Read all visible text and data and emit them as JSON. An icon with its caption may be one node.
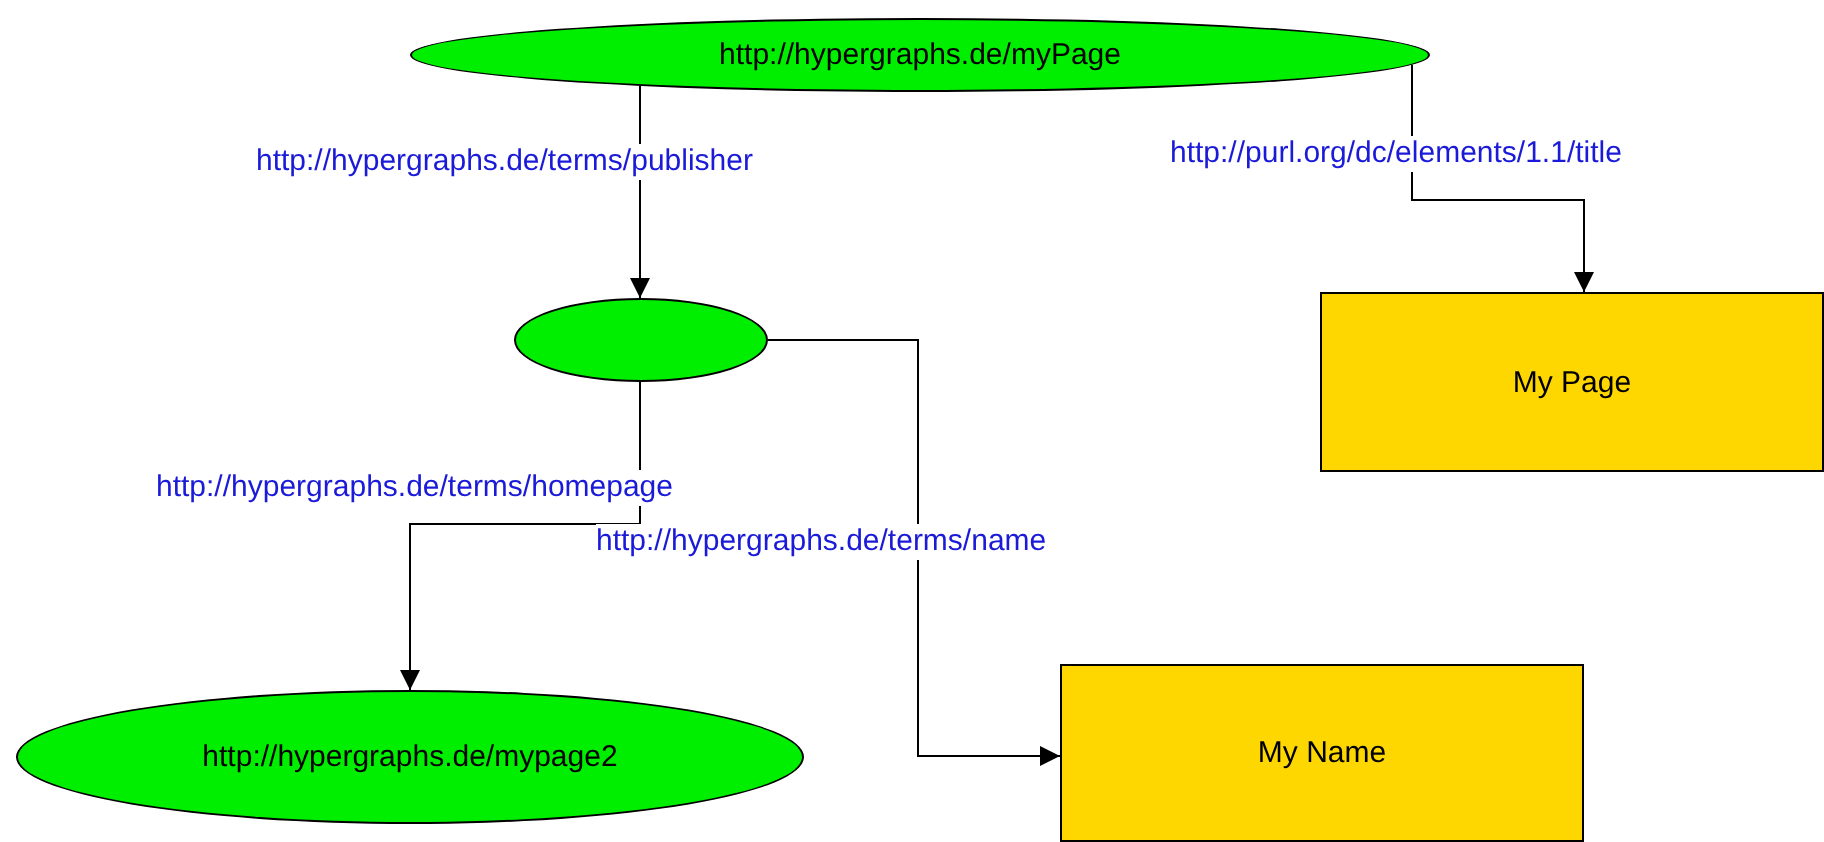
{
  "diagram": {
    "nodes": [
      {
        "text": [
          "http://hypergraphs.de/myPage"
        ]
      },
      {
        "text": [],
        "shape": "ellipse"
      },
      {
        "text": [
          "My Page"
        ]
      },
      {
        "text": [
          "http://hypergraphs.de/mypage2"
        ]
      },
      {
        "text": [
          "My Name"
        ]
      }
    ],
    "edges": [
      {
        "from": 0,
        "to": 1,
        "arrow": "to",
        "label": "http://hypergraphs.de/terms/publisher"
      },
      {
        "from": 0,
        "to": 2,
        "arrow": "to",
        "label": "http://purl.org/dc/elements/1.1/title"
      },
      {
        "from": 1,
        "to": 3,
        "arrow": "to",
        "label": "http://hypergraphs.de/terms/homepage"
      },
      {
        "from": 1,
        "to": 4,
        "arrow": "to",
        "label": "http://hypergraphs.de/terms/name"
      }
    ]
  }
}
